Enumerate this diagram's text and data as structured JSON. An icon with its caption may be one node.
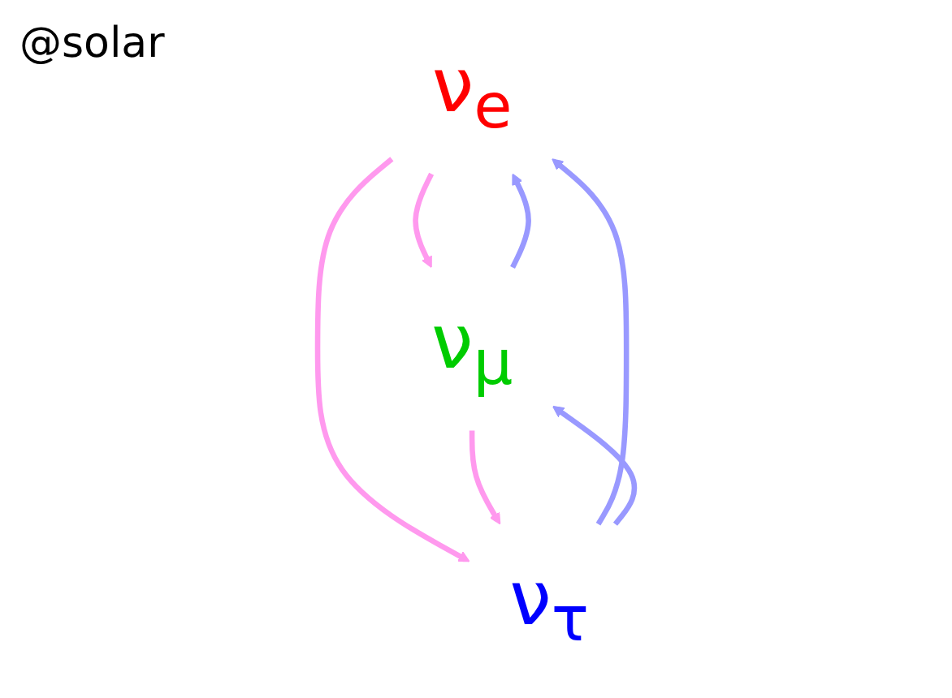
{
  "diagram": {
    "nodes": [
      {
        "text": [
          "ν$_{e}$"
        ]
      },
      {
        "text": [
          "ν$_{μ}$"
        ]
      },
      {
        "text": [
          "ν$_{τ}$"
        ]
      }
    ],
    "edges": [
      {
        "from": 0,
        "to": 1,
        "arrow": "to",
        "color": "#ff99ee"
      },
      {
        "from": 1,
        "to": 0,
        "arrow": "to",
        "color": "#9999ff"
      },
      {
        "from": 0,
        "to": 2,
        "arrow": "to",
        "color": "#ff99ee"
      },
      {
        "from": 2,
        "to": 0,
        "arrow": "to",
        "color": "#9999ff"
      },
      {
        "from": 2,
        "to": 1,
        "arrow": "to",
        "color": "#9999ff"
      },
      {
        "from": 1,
        "to": 2,
        "arrow": "to",
        "color": "#ff99ee"
      }
    ],
    "labels": [
      "@solar"
    ]
  }
}
